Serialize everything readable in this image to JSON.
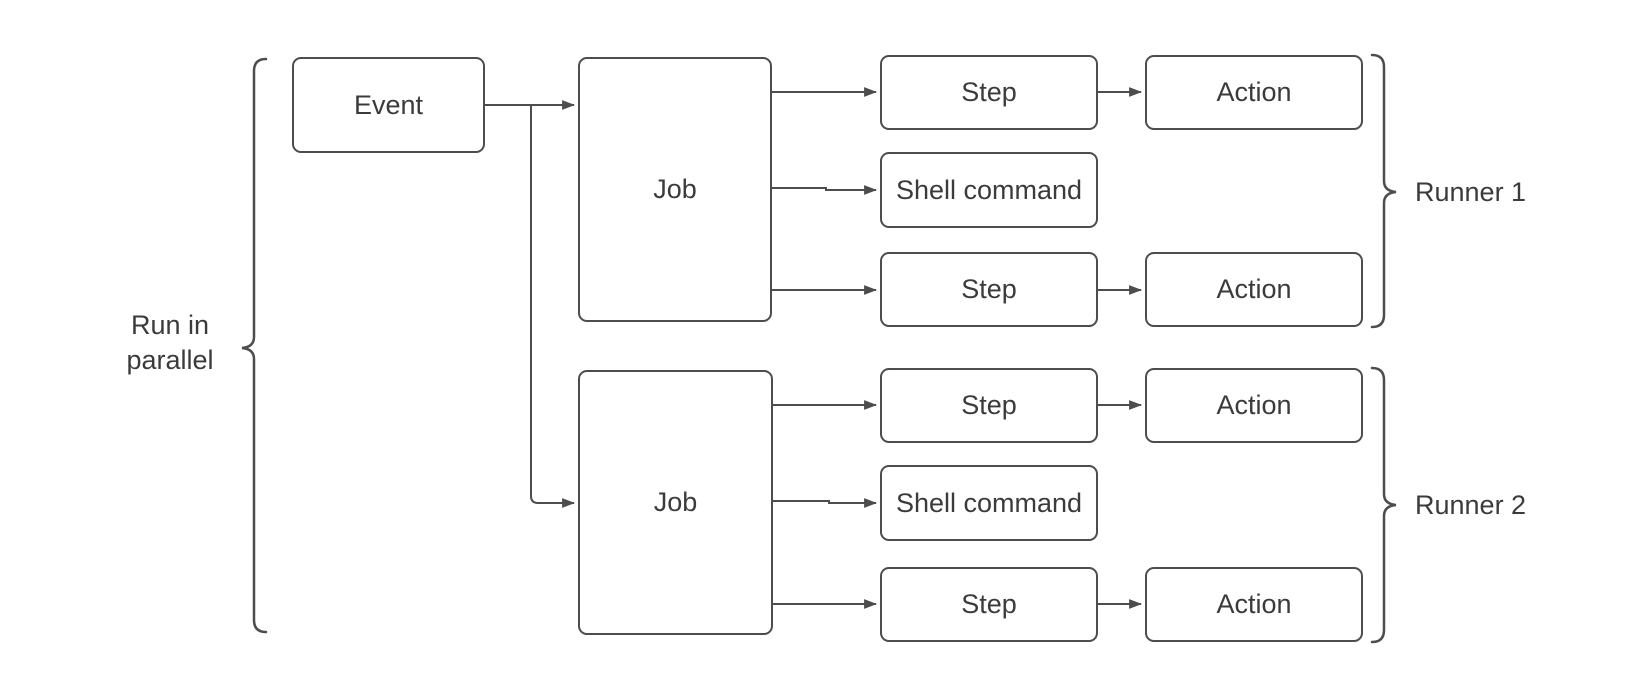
{
  "diagram": {
    "annotations": {
      "run_in_parallel": "Run in\nparallel"
    },
    "nodes": {
      "event": "Event",
      "job_1": "Job",
      "job_2": "Job",
      "step_1": "Step",
      "shell_command_1": "Shell command",
      "step_2": "Step",
      "action_1": "Action",
      "action_2": "Action",
      "step_3": "Step",
      "shell_command_2": "Shell command",
      "step_4": "Step",
      "action_3": "Action",
      "action_4": "Action"
    },
    "runners": {
      "runner_1": "Runner 1",
      "runner_2": "Runner 2"
    },
    "colors": {
      "stroke": "#4d4d4d",
      "text": "#3b3b3b",
      "box_fill": "#ffffff",
      "background": "#ffffff"
    }
  }
}
